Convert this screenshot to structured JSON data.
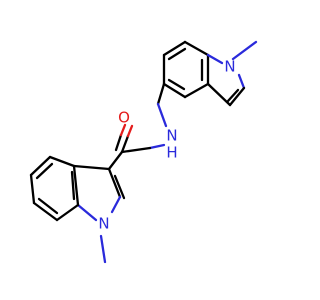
{
  "molecule": {
    "atoms": {
      "O": {
        "text": "O",
        "color": "#e41c1c"
      },
      "N_amide": {
        "text": "N",
        "color": "#2a2adb"
      },
      "H_amide": {
        "text": "H",
        "color": "#2a2adb"
      },
      "N_top": {
        "text": "N",
        "color": "#2a2adb"
      },
      "N_bottom": {
        "text": "N",
        "color": "#2a2adb"
      }
    }
  }
}
